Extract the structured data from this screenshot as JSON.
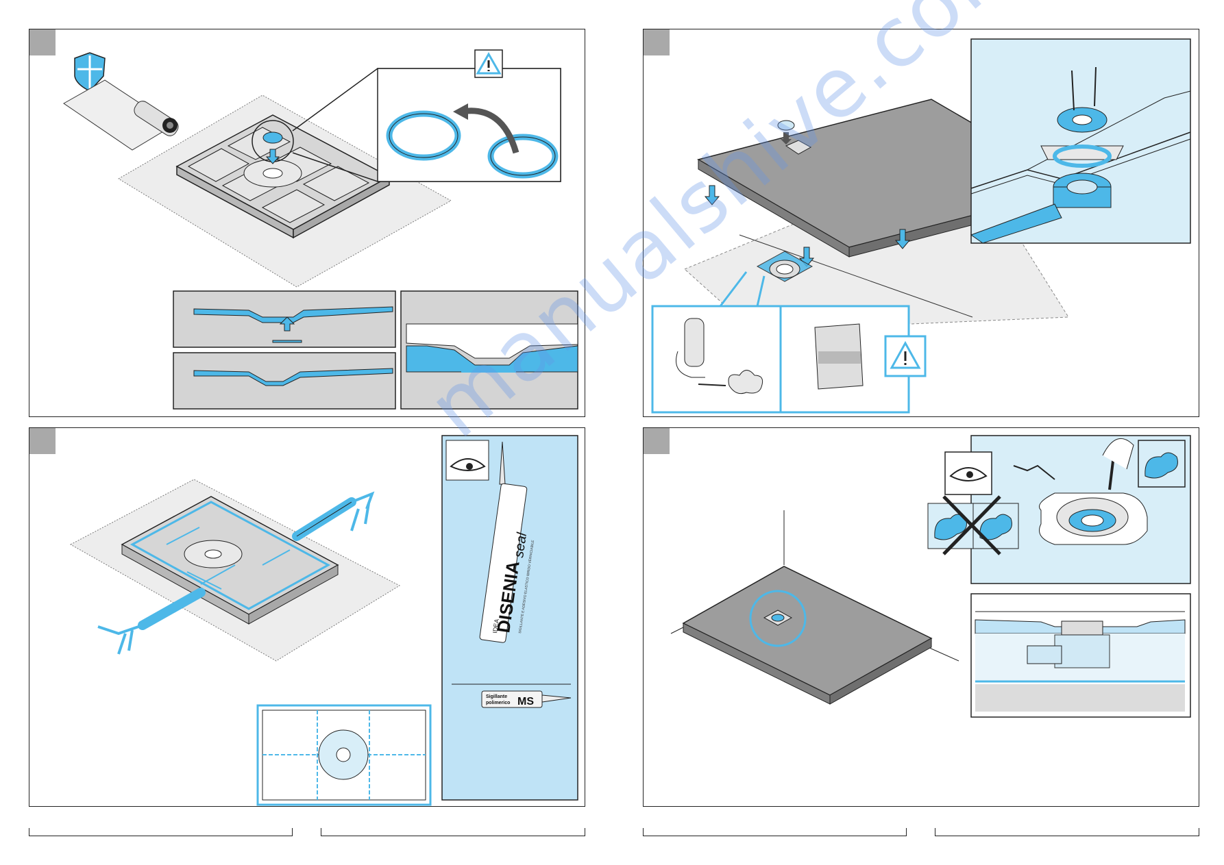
{
  "watermark": {
    "text": "manualshive.com"
  },
  "colors": {
    "accent": "#4db8e8",
    "light_blue": "#d8eef8",
    "panel_border": "#222222",
    "step_marker": "#a9a9a9",
    "floor_gray": "#dcdcdc"
  },
  "icons": {
    "protect": "shield-icon",
    "warning": "warning-triangle-icon",
    "inspect": "eye-icon",
    "force": "muscle-arm-icon",
    "not_allowed": "cross-icon"
  },
  "panel3": {
    "product": {
      "brand_small": "IDEA",
      "brand": "DISENIA",
      "script": "seal",
      "tagline": "SIGILLANTE E ADESIVO ELASTICO IBRIDO VERNICIABILE"
    },
    "ms_tube": {
      "label_line1": "Sigillante",
      "label_line2": "polimerico",
      "label_big": "MS"
    }
  }
}
